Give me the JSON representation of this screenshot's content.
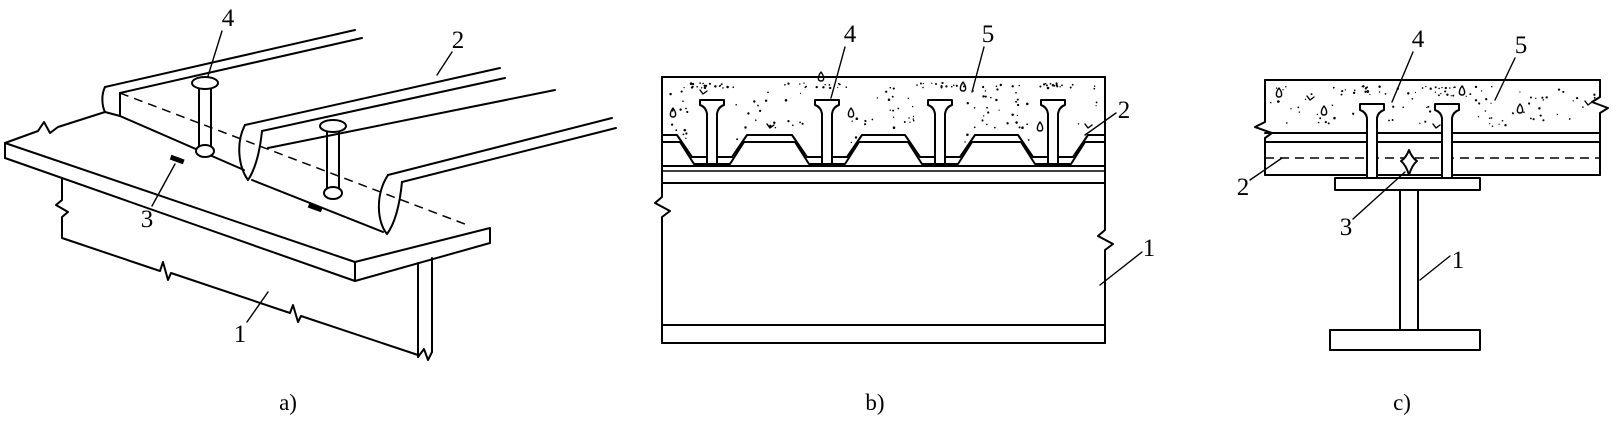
{
  "figure": {
    "panel_a": {
      "caption": "a)",
      "label_1": "1",
      "label_2": "2",
      "label_3": "3",
      "label_4": "4"
    },
    "panel_b": {
      "caption": "b)",
      "label_1": "1",
      "label_2": "2",
      "label_4": "4",
      "label_5": "5"
    },
    "panel_c": {
      "caption": "c)",
      "label_1": "1",
      "label_2": "2",
      "label_3": "3",
      "label_4": "4",
      "label_5": "5"
    }
  },
  "colors": {
    "line": "#000000",
    "background": "#ffffff"
  }
}
